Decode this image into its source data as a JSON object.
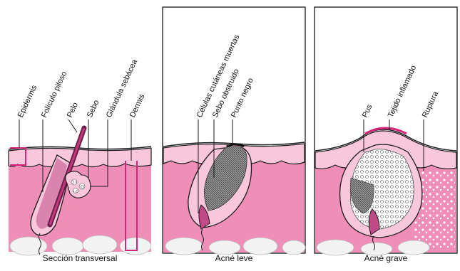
{
  "panels": [
    {
      "caption": "Sección transversal",
      "labels": [
        "Epidermis",
        "Folículo piloso",
        "Pelo",
        "Sebo",
        "Glándula sebácea",
        "Dermis"
      ]
    },
    {
      "caption": "Acné leve",
      "labels": [
        "Células cutáneas muertas",
        "Sebo obstruido",
        "Punto negro"
      ]
    },
    {
      "caption": "Acné grave",
      "labels": [
        "Pus",
        "Tejido inflamado",
        "Ruptura"
      ]
    }
  ],
  "colors": {
    "dermis": "#ef8fb8",
    "epidermis": "#f8c7dc",
    "accent": "#d6247a",
    "fat": "#f2f2f2",
    "plug": "#8e8e8e",
    "outline": "#1a1a1a"
  }
}
